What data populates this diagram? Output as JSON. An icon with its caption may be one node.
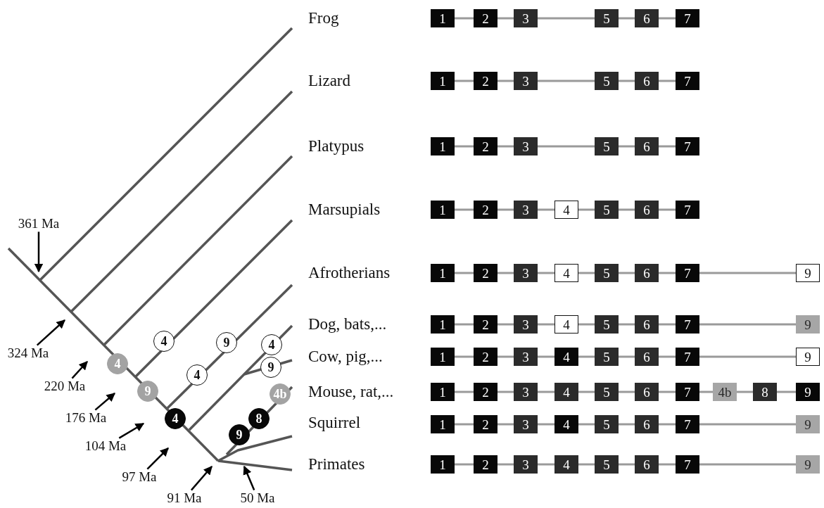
{
  "diagram": {
    "nodes": [
      {
        "text": [
          "1"
        ]
      },
      {
        "text": [
          "2"
        ]
      },
      {
        "text": [
          "3"
        ]
      },
      {
        "text": [
          "5"
        ]
      },
      {
        "text": [
          "6"
        ]
      },
      {
        "text": [
          "7"
        ]
      },
      {
        "text": [
          "1"
        ]
      },
      {
        "text": [
          "2"
        ]
      },
      {
        "text": [
          "3"
        ]
      },
      {
        "text": [
          "5"
        ]
      },
      {
        "text": [
          "6"
        ]
      },
      {
        "text": [
          "7"
        ]
      },
      {
        "text": [
          "1"
        ]
      },
      {
        "text": [
          "2"
        ]
      },
      {
        "text": [
          "3"
        ]
      },
      {
        "text": [
          "5"
        ]
      },
      {
        "text": [
          "6"
        ]
      },
      {
        "text": [
          "7"
        ]
      },
      {
        "text": [
          "1"
        ]
      },
      {
        "text": [
          "2"
        ]
      },
      {
        "text": [
          "3"
        ]
      },
      {
        "text": [
          "4"
        ]
      },
      {
        "text": [
          "5"
        ]
      },
      {
        "text": [
          "6"
        ]
      },
      {
        "text": [
          "7"
        ]
      },
      {
        "text": [
          "1"
        ]
      },
      {
        "text": [
          "2"
        ]
      },
      {
        "text": [
          "3"
        ]
      },
      {
        "text": [
          "4"
        ]
      },
      {
        "text": [
          "5"
        ]
      },
      {
        "text": [
          "6"
        ]
      },
      {
        "text": [
          "7"
        ]
      },
      {
        "text": [
          "9"
        ]
      },
      {
        "text": [
          "1"
        ]
      },
      {
        "text": [
          "2"
        ]
      },
      {
        "text": [
          "3"
        ]
      },
      {
        "text": [
          "4"
        ]
      },
      {
        "text": [
          "5"
        ]
      },
      {
        "text": [
          "6"
        ]
      },
      {
        "text": [
          "7"
        ]
      },
      {
        "text": [
          "9"
        ]
      },
      {
        "text": [
          "1"
        ]
      },
      {
        "text": [
          "2"
        ]
      },
      {
        "text": [
          "3"
        ]
      },
      {
        "text": [
          "4"
        ]
      },
      {
        "text": [
          "5"
        ]
      },
      {
        "text": [
          "6"
        ]
      },
      {
        "text": [
          "7"
        ]
      },
      {
        "text": [
          "9"
        ]
      },
      {
        "text": [
          "1"
        ]
      },
      {
        "text": [
          "2"
        ]
      },
      {
        "text": [
          "3"
        ]
      },
      {
        "text": [
          "4"
        ]
      },
      {
        "text": [
          "5"
        ]
      },
      {
        "text": [
          "6"
        ]
      },
      {
        "text": [
          "7"
        ]
      },
      {
        "text": [
          "4b"
        ]
      },
      {
        "text": [
          "8"
        ]
      },
      {
        "text": [
          "9"
        ]
      },
      {
        "text": [
          "1"
        ]
      },
      {
        "text": [
          "2"
        ]
      },
      {
        "text": [
          "3"
        ]
      },
      {
        "text": [
          "4"
        ]
      },
      {
        "text": [
          "5"
        ]
      },
      {
        "text": [
          "6"
        ]
      },
      {
        "text": [
          "7"
        ]
      },
      {
        "text": [
          "9"
        ]
      },
      {
        "text": [
          "1"
        ]
      },
      {
        "text": [
          "2"
        ]
      },
      {
        "text": [
          "3"
        ]
      },
      {
        "text": [
          "4"
        ]
      },
      {
        "text": [
          "5"
        ]
      },
      {
        "text": [
          "6"
        ]
      },
      {
        "text": [
          "7"
        ]
      },
      {
        "text": [
          "9"
        ]
      },
      {
        "text": [
          "4"
        ]
      },
      {
        "text": [
          "4"
        ]
      },
      {
        "text": [
          "9"
        ]
      },
      {
        "text": [
          "4"
        ]
      },
      {
        "text": [
          "4"
        ]
      },
      {
        "text": [
          "9"
        ]
      },
      {
        "text": [
          "9"
        ]
      },
      {
        "text": [
          "4"
        ]
      },
      {
        "text": [
          "4b"
        ]
      },
      {
        "text": [
          "8"
        ]
      },
      {
        "text": [
          "9"
        ]
      },
      {
        "text": [
          "361 Ma"
        ]
      },
      {
        "text": [
          "324 Ma"
        ]
      },
      {
        "text": [
          "220 Ma"
        ]
      },
      {
        "text": [
          "176 Ma"
        ]
      },
      {
        "text": [
          "104 Ma"
        ]
      },
      {
        "text": [
          "97 Ma"
        ]
      },
      {
        "text": [
          "91 Ma"
        ]
      },
      {
        "text": [
          "50 Ma"
        ]
      }
    ],
    "edges": [
      {
        "from": 0,
        "to": 1,
        "arrow": "none"
      },
      {
        "from": 1,
        "to": 2,
        "arrow": "none"
      },
      {
        "from": 2,
        "to": 3,
        "arrow": "none"
      },
      {
        "from": 3,
        "to": 4,
        "arrow": "none"
      },
      {
        "from": 4,
        "to": 5,
        "arrow": "none"
      },
      {
        "from": 6,
        "to": 7,
        "arrow": "none"
      },
      {
        "from": 7,
        "to": 8,
        "arrow": "none"
      },
      {
        "from": 8,
        "to": 9,
        "arrow": "none"
      },
      {
        "from": 9,
        "to": 10,
        "arrow": "none"
      },
      {
        "from": 10,
        "to": 11,
        "arrow": "none"
      },
      {
        "from": 12,
        "to": 13,
        "arrow": "none"
      },
      {
        "from": 13,
        "to": 14,
        "arrow": "none"
      },
      {
        "from": 14,
        "to": 15,
        "arrow": "none"
      },
      {
        "from": 15,
        "to": 16,
        "arrow": "none"
      },
      {
        "from": 16,
        "to": 17,
        "arrow": "none"
      },
      {
        "from": 18,
        "to": 19,
        "arrow": "none"
      },
      {
        "from": 19,
        "to": 20,
        "arrow": "none"
      },
      {
        "from": 20,
        "to": 21,
        "arrow": "none"
      },
      {
        "from": 21,
        "to": 22,
        "arrow": "none"
      },
      {
        "from": 22,
        "to": 23,
        "arrow": "none"
      },
      {
        "from": 23,
        "to": 24,
        "arrow": "none"
      },
      {
        "from": 25,
        "to": 26,
        "arrow": "none"
      },
      {
        "from": 26,
        "to": 27,
        "arrow": "none"
      },
      {
        "from": 27,
        "to": 28,
        "arrow": "none"
      },
      {
        "from": 28,
        "to": 29,
        "arrow": "none"
      },
      {
        "from": 29,
        "to": 30,
        "arrow": "none"
      },
      {
        "from": 30,
        "to": 31,
        "arrow": "none"
      },
      {
        "from": 31,
        "to": 32,
        "arrow": "none"
      },
      {
        "from": 33,
        "to": 34,
        "arrow": "none"
      },
      {
        "from": 34,
        "to": 35,
        "arrow": "none"
      },
      {
        "from": 35,
        "to": 36,
        "arrow": "none"
      },
      {
        "from": 36,
        "to": 37,
        "arrow": "none"
      },
      {
        "from": 37,
        "to": 38,
        "arrow": "none"
      },
      {
        "from": 38,
        "to": 39,
        "arrow": "none"
      },
      {
        "from": 39,
        "to": 40,
        "arrow": "none"
      },
      {
        "from": 41,
        "to": 42,
        "arrow": "none"
      },
      {
        "from": 42,
        "to": 43,
        "arrow": "none"
      },
      {
        "from": 43,
        "to": 44,
        "arrow": "none"
      },
      {
        "from": 44,
        "to": 45,
        "arrow": "none"
      },
      {
        "from": 45,
        "to": 46,
        "arrow": "none"
      },
      {
        "from": 46,
        "to": 47,
        "arrow": "none"
      },
      {
        "from": 47,
        "to": 48,
        "arrow": "none"
      },
      {
        "from": 49,
        "to": 50,
        "arrow": "none"
      },
      {
        "from": 50,
        "to": 51,
        "arrow": "none"
      },
      {
        "from": 51,
        "to": 52,
        "arrow": "none"
      },
      {
        "from": 52,
        "to": 53,
        "arrow": "none"
      },
      {
        "from": 53,
        "to": 54,
        "arrow": "none"
      },
      {
        "from": 54,
        "to": 55,
        "arrow": "none"
      },
      {
        "from": 55,
        "to": 56,
        "arrow": "none"
      },
      {
        "from": 56,
        "to": 57,
        "arrow": "none"
      },
      {
        "from": 57,
        "to": 58,
        "arrow": "none"
      },
      {
        "from": 59,
        "to": 60,
        "arrow": "none"
      },
      {
        "from": 60,
        "to": 61,
        "arrow": "none"
      },
      {
        "from": 61,
        "to": 62,
        "arrow": "none"
      },
      {
        "from": 62,
        "to": 63,
        "arrow": "none"
      },
      {
        "from": 63,
        "to": 64,
        "arrow": "none"
      },
      {
        "from": 64,
        "to": 65,
        "arrow": "none"
      },
      {
        "from": 65,
        "to": 66,
        "arrow": "none"
      },
      {
        "from": 67,
        "to": 68,
        "arrow": "none"
      },
      {
        "from": 68,
        "to": 69,
        "arrow": "none"
      },
      {
        "from": 69,
        "to": 70,
        "arrow": "none"
      },
      {
        "from": 70,
        "to": 71,
        "arrow": "none"
      },
      {
        "from": 71,
        "to": 72,
        "arrow": "none"
      },
      {
        "from": 72,
        "to": 73,
        "arrow": "none"
      },
      {
        "from": 73,
        "to": 74,
        "arrow": "none"
      },
      {
        "from": 86,
        "to": null,
        "arrow": "to",
        "color": "#000000"
      },
      {
        "from": 87,
        "to": null,
        "arrow": "to",
        "color": "#000000"
      },
      {
        "from": 88,
        "to": null,
        "arrow": "to",
        "color": "#000000"
      },
      {
        "from": 89,
        "to": null,
        "arrow": "to",
        "color": "#000000"
      },
      {
        "from": 90,
        "to": null,
        "arrow": "to",
        "color": "#000000"
      },
      {
        "from": 91,
        "to": null,
        "arrow": "to",
        "color": "#000000"
      },
      {
        "from": 92,
        "to": null,
        "arrow": "to",
        "color": "#000000"
      },
      {
        "from": 93,
        "to": null,
        "arrow": "to",
        "color": "#000000"
      }
    ],
    "labels": [
      "Frog",
      "Lizard",
      "Platypus",
      "Marsupials",
      "Afrotherians",
      "Dog, bats,...",
      "Cow, pig,...",
      "Mouse, rat,...",
      "Squirrel",
      "Primates"
    ]
  }
}
